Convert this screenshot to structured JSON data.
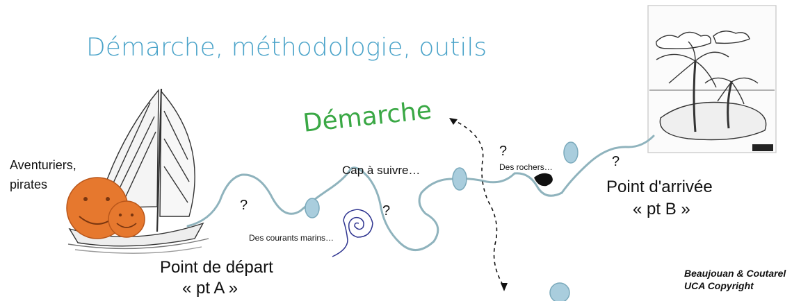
{
  "title": "Démarche, méthodologie, outils",
  "path_label": "Démarche",
  "adventurers": {
    "line1": "Aventuriers,",
    "line2": "pirates"
  },
  "obstacles": {
    "heading": "Cap à suivre…",
    "rocks": "Des rochers…",
    "currents": "Des courants marins…"
  },
  "start": {
    "line1": "Point de départ",
    "line2": "« pt A »"
  },
  "end": {
    "line1": "Point d'arrivée",
    "line2": "« pt B »"
  },
  "question_mark": "?",
  "credits": {
    "line1": "Beaujouan & Coutarel",
    "line2": "UCA Copyright"
  },
  "colors": {
    "title": "#4aa3c9",
    "path_label": "#3aa845",
    "route": "#8fb3bd",
    "waypoint": "#a9cddd",
    "smiley": "#e6782e",
    "current": "#2f3590"
  }
}
